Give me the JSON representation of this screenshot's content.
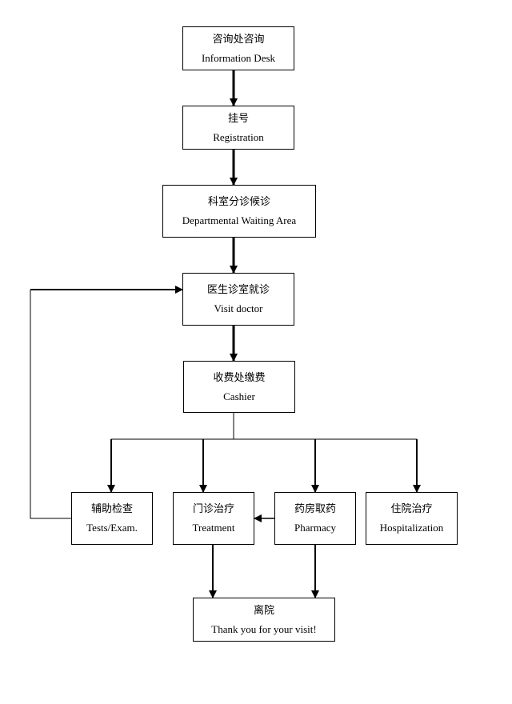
{
  "nodes": {
    "info": {
      "zh": "咨询处咨询",
      "en": "Information Desk"
    },
    "registration": {
      "zh": "挂号",
      "en": "Registration"
    },
    "waiting": {
      "zh": "科室分诊候诊",
      "en": "Departmental Waiting Area"
    },
    "visit": {
      "zh": "医生诊室就诊",
      "en": "Visit doctor"
    },
    "cashier": {
      "zh": "收费处缴费",
      "en": "Cashier"
    },
    "tests": {
      "zh": "辅助检查",
      "en": "Tests/Exam."
    },
    "treatment": {
      "zh": "门诊治疗",
      "en": "Treatment"
    },
    "pharmacy": {
      "zh": "药房取药",
      "en": "Pharmacy"
    },
    "hospitalization": {
      "zh": "住院治疗",
      "en": "Hospitalization"
    },
    "leave": {
      "zh": "离院",
      "en": "Thank you for your visit!"
    }
  }
}
